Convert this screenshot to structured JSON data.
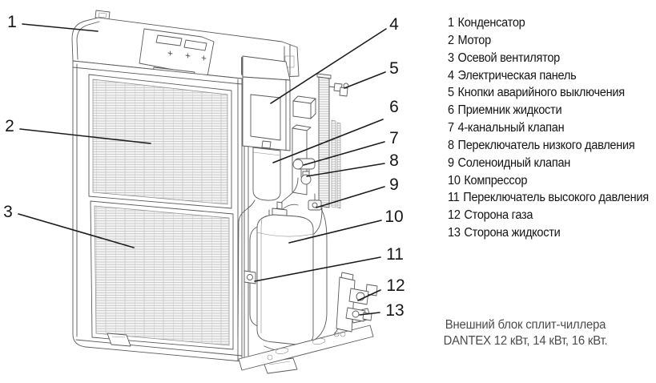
{
  "colors": {
    "line_art": "#5a5a5a",
    "leader_and_numbers": "#1c1c1c",
    "legend_text": "#141414",
    "caption_text": "#4b4b4b",
    "background": "#ffffff"
  },
  "callouts": [
    {
      "num": "1",
      "label": "Конденсатор"
    },
    {
      "num": "2",
      "label": "Мотор"
    },
    {
      "num": "3",
      "label": "Осевой вентилятор"
    },
    {
      "num": "4",
      "label": "Электрическая панель"
    },
    {
      "num": "5",
      "label": "Кнопки аварийного выключения"
    },
    {
      "num": "6",
      "label": "Приемник жидкости"
    },
    {
      "num": "7",
      "label": "4-канальный клапан"
    },
    {
      "num": "8",
      "label": "Переключатель низкого давления"
    },
    {
      "num": "9",
      "label": "Соленоидный клапан"
    },
    {
      "num": "10",
      "label": "Компрессор"
    },
    {
      "num": "11",
      "label": "Переключатель высокого давления"
    },
    {
      "num": "12",
      "label": "Сторона газа"
    },
    {
      "num": "13",
      "label": "Сторона жидкости"
    }
  ],
  "caption": {
    "line1": "Внешний блок сплит-чиллера",
    "line2": "DANTEX 12 кВт, 14 кВт, 16 кВт."
  }
}
